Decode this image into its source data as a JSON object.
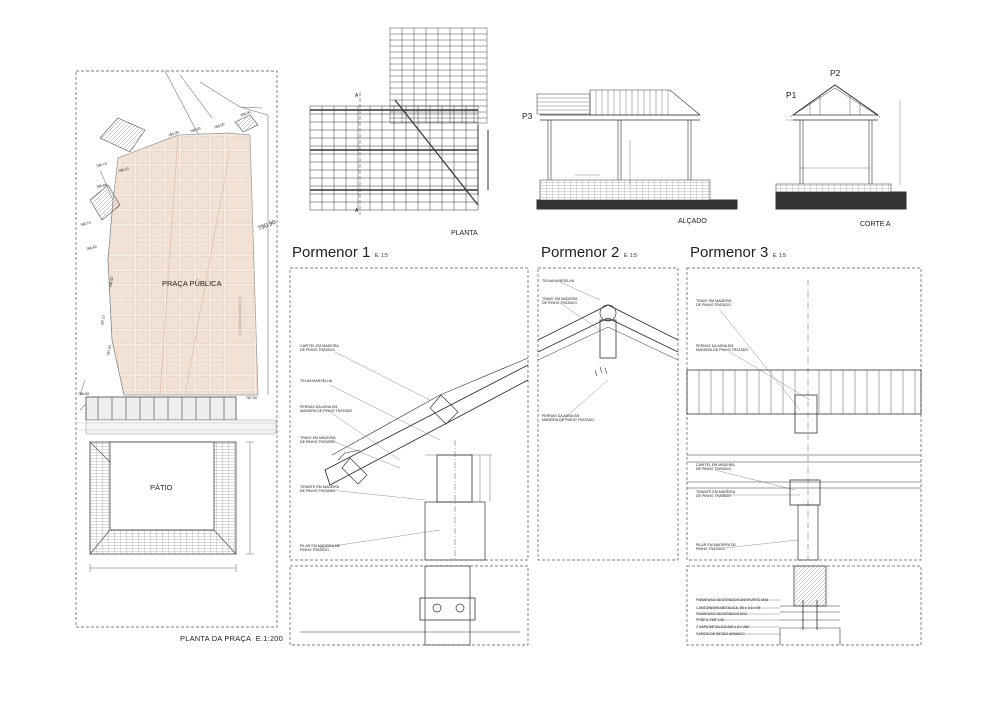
{
  "sheet": {
    "plan_caption": "PLANTA DA PRAÇA",
    "plan_scale": "E.1:200",
    "praca_label": "PRAÇA PÚBLICA",
    "patio_label": "PÁTIO",
    "elevation_level": "790.90"
  },
  "views": {
    "planta": "PLANTA",
    "alcado": "ALÇADO",
    "corte": "CORTE A",
    "section_a": "A",
    "markers": {
      "p1": "P1",
      "p2": "P2",
      "p3": "P3"
    }
  },
  "details": [
    {
      "title": "Pormenor 1",
      "scale": "E. 1:5"
    },
    {
      "title": "Pormenor 2",
      "scale": "E. 1:5"
    },
    {
      "title": "Pormenor 3",
      "scale": "E. 1:5"
    }
  ],
  "annotations": {
    "d1": {
      "capitel": "CAPITEL EM MADEIRA\nDE PINHO TRATADO",
      "telha": "TELHA MARSELHA",
      "pernas": "PERNAS DA ASNA EM\nMADEIRA DE PINHO TRATADO",
      "trave": "TRAVE EM MADEIRA\nDE PINHO TRATADO",
      "tirante": "TIRANTE EM MADEIRA\nDE PINHO TRATADO",
      "pilar": "PILAR EM MADEIRA DE\nPINHO TRATADO"
    },
    "d2": {
      "telha": "TELHA MARSELHA",
      "trave": "TRAVE EM MADEIRA\nDE PINHO TRATADO",
      "pernas": "PERNAS DA ASNA EM\nMADEIRA DE PINHO TRATADO"
    },
    "d3": {
      "trave": "TRAVE EM MADEIRA\nDE PINHO TRATADO",
      "pernas": "PERNAS DA ASNA EM\nMADEIRA DE PINHO TRATADO",
      "capitel": "CAPITEL EM MADEIRA\nDE PINHO TRATADO",
      "tirante": "TIRANTE EM MADEIRA\nDE PINHO TRATADO",
      "pilar": "PILAR EM MADEIRA DE\nPINHO TRATADO",
      "base1": "PARAFUSO GEOSTADOS ANTIFURTO M16",
      "base2": "CANTONEIRA METALICA .95 x 9.5 x 95",
      "base3": "PARAFUSO GEOSTADOS M12",
      "base4": "PERFIL TMF 140",
      "base5": "CHAPA METALICA 260 x 8 x 260",
      "base6": "SAPATA DE BETAO ARMADO"
    }
  },
  "elevations": [
    "786.70",
    "786.88",
    "786.90",
    "786.90",
    "786.90",
    "786.90",
    "786.70",
    "787.57",
    "787.81",
    "786.62",
    "786.62",
    "786.69",
    "786.10",
    "787.50",
    "790.90"
  ]
}
